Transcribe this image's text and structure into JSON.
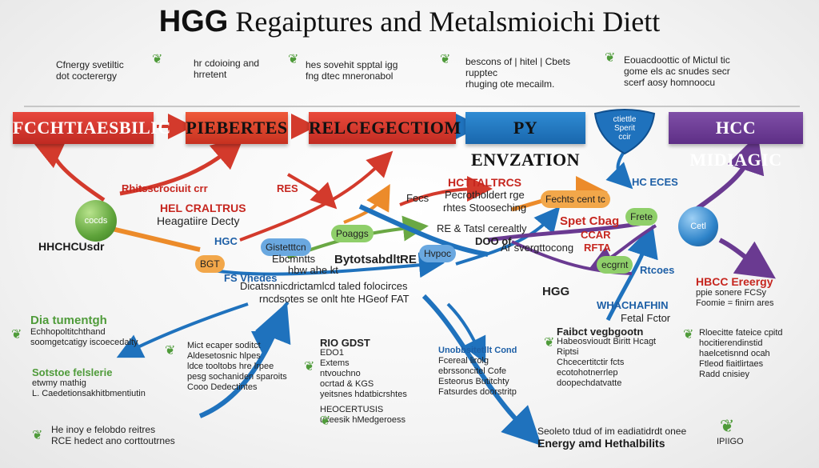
{
  "title": {
    "left": "HGG",
    "right": "Regaiptures and Metalsmioichi Diett"
  },
  "top_notes": [
    {
      "line1": "Cfnergy svetiltic",
      "line2": "dot cocterergy"
    },
    {
      "line1": "hr cdoioing and",
      "line2": "hrretent"
    },
    {
      "line1": "hes sovehit spptal igg",
      "line2": "fng dtec mneronabol"
    },
    {
      "line1": "bescons of | hitel | Cbets",
      "line2": "rupptec",
      "line3": "rhuging ote mecailm."
    },
    {
      "line1": "Eouacdoottic of Mictul tic",
      "line2": "gome els ac snudes secr",
      "line3": "scerf aosy homnoocu"
    }
  ],
  "bars": [
    {
      "label": "FCCHTIAESBILIC"
    },
    {
      "label": "PIEBERTES"
    },
    {
      "label": "RELCEGECTIOM"
    },
    {
      "label": "PY ENVZATION"
    },
    {
      "label": "HCC MIDIAGIC"
    }
  ],
  "shield": {
    "line1": "ctiettle",
    "line2": "Sperit",
    "line3": "ccir"
  },
  "spheres": {
    "green": "cocds",
    "blue": "Cetl"
  },
  "left_caption": "HHCHCUsdr",
  "mid_labels": [
    "Rhitsscrociuit crr",
    "HEL CRALTRUS",
    "Heagatiire Decty",
    "RES",
    "Poaggs",
    "HCTTALTRCS",
    "Pecrotholdert rge",
    "rhtes Stooseching",
    "Fecs",
    "Fechts cent tc",
    "RE & Tatsl cerealtly",
    "DOO of",
    "Spet Cbag",
    "Ar svergttocong",
    "CCAR",
    "RFTA",
    "Frete",
    "ecgrnt",
    "HC ECES",
    "HGG",
    "HGC",
    "Gistetttcn",
    "BGT",
    "FS Vhedes",
    "Ebcmntts",
    "hbw ahe kt",
    "Bytotsabdlt",
    "RE",
    "Hvpoc",
    "Dicatsnnicdrictamlcd taled folocirces",
    "rncdsotes se onlt hte HGeof FAT",
    "Rtcoes",
    "WHACHAFHIN",
    "Fetal Fctor"
  ],
  "right_block": {
    "title": "HBCC Ereergy",
    "line1": "ppie sonere FCSy",
    "line2": "Foomie = finirn ares"
  },
  "bottom_left": [
    {
      "title": "Dia tumentgh",
      "line1": "Echhopoltitchthand",
      "line2": "soomgetcatigy iscoecedalty"
    },
    {
      "title": "Sotstoe felslerie",
      "line1": "etwmy mathig",
      "line2": "L. Caedetionsakhitbmentiutin"
    },
    {
      "line1": "He inoy e felobdo reitres",
      "line2": "RCE hedect ano corttoutrnes"
    }
  ],
  "center_left_block": [
    "Mict ecaper soditct",
    "Aldesetosnic hlpes",
    "ldce tooltobs hre lrpee",
    "pesg sochaniden sparoits",
    "Cooo Dedectintes"
  ],
  "center_block": {
    "title": "RIO GDST",
    "lines": [
      "EDO1",
      "Extems",
      "ntvouchno",
      "ocrtad & KGS",
      "yeitsnes hdatbicrshtes",
      "HEOCERTUSIS",
      "uceesik hMedgeroess"
    ]
  },
  "center_right_block": [
    "Unobbsitetllt Cond",
    "Fcereal lirolg",
    "ebrssoncitel Cofe",
    "Esteorus Butitchty",
    "Fatsurdes doorstritp"
  ],
  "right_mid_block": {
    "title": "Faibct vegbgootn",
    "line1": "Habeosvioudt Biritt Hcagt",
    "line2": "Riptsi",
    "line3": "Chcecertitctir fcts",
    "line4": "ecotohotnerrlep",
    "line5": "doopechdatvatte"
  },
  "far_right_block": [
    "Rloecitte fateice cpitd",
    "hocitierendinstid",
    "haelcetisnnd ocah",
    "Ftleod fiaitlirtaes",
    "Radd cnisiey"
  ],
  "bottom_right": {
    "line1": "Seoleto tdud of im eadiatidrdt onee",
    "line2": "Energy amd Hethalbilits",
    "tag": "IPIIGO"
  },
  "colors": {
    "red": "#d33a2c",
    "blue": "#1f72bd",
    "purple": "#6a3a91",
    "green": "#6aa844",
    "orange": "#ec8b2a",
    "leaf": "#4f9b3a"
  }
}
